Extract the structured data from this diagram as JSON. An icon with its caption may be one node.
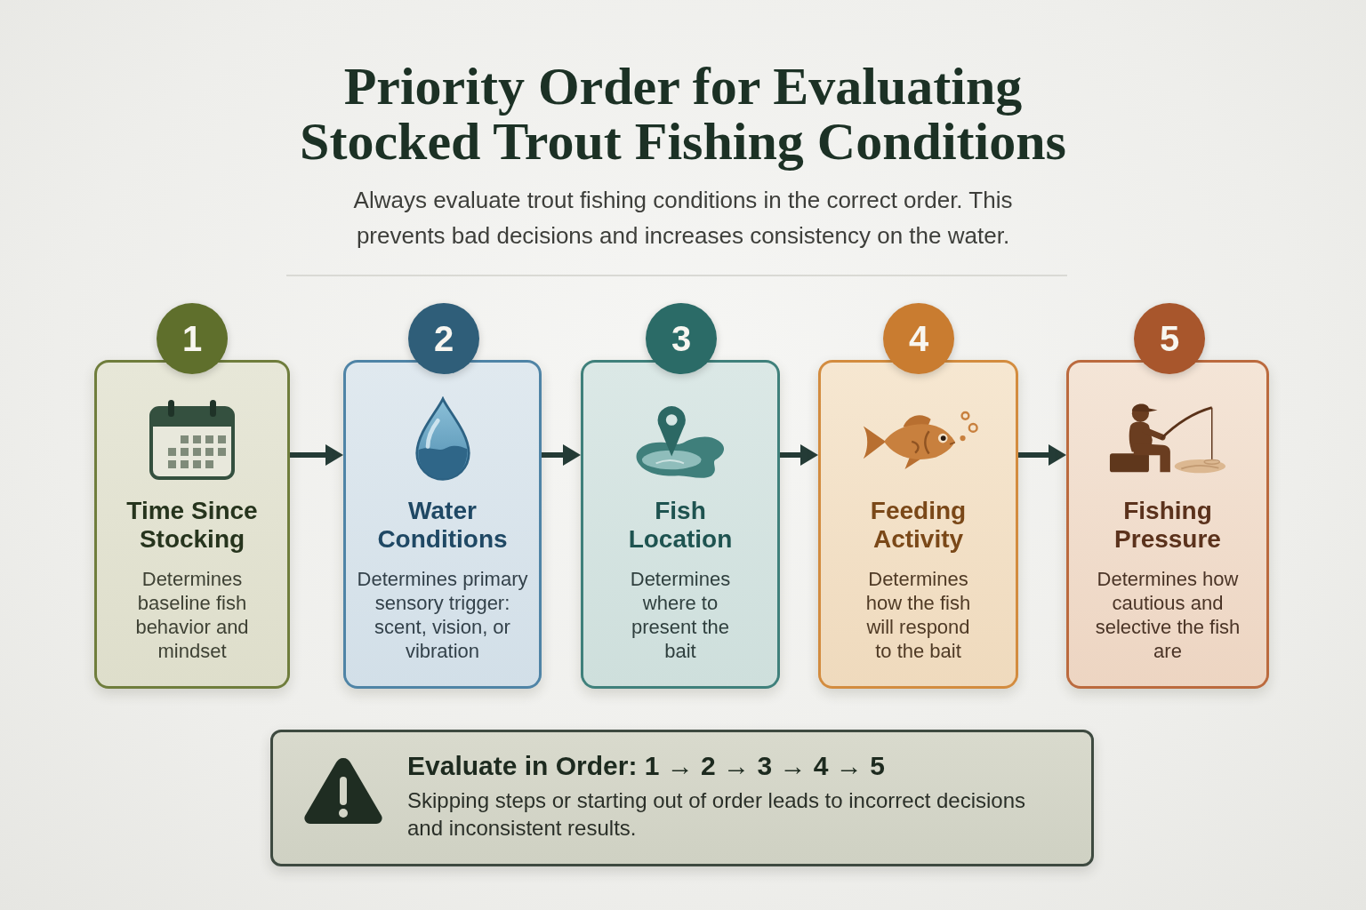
{
  "diagram": {
    "title": "Priority Order for Evaluating Stocked Trout Fishing Conditions",
    "nodes": [
      {
        "text": [
          "1"
        ]
      },
      {
        "text": [
          "Time Since Stocking",
          "Determines baseline fish behavior and mindset"
        ]
      },
      {
        "text": [
          "2"
        ]
      },
      {
        "text": [
          "Water Conditions",
          "Determines primary sensory trigger: scent, vision, or vibration"
        ]
      },
      {
        "text": [
          "3"
        ]
      },
      {
        "text": [
          "Fish Location",
          "Determines where to present the bait"
        ]
      },
      {
        "text": [
          "4"
        ]
      },
      {
        "text": [
          "Feeding Activity",
          "Determines how the fish will respond to the bait"
        ]
      },
      {
        "text": [
          "5"
        ]
      },
      {
        "text": [
          "Fishing Pressure",
          "Determines how cautious and selective the fish are"
        ]
      },
      {
        "text": [
          "Evaluate in Order: 1 → 2 → 3 → 4 → 5",
          "Skipping steps or starting out of order leads to incorrect decisions and inconsistent results."
        ]
      }
    ],
    "edges": [
      {
        "from": 1,
        "to": 3,
        "arrow": "to"
      },
      {
        "from": 3,
        "to": 5,
        "arrow": "to"
      },
      {
        "from": 5,
        "to": 7,
        "arrow": "to"
      },
      {
        "from": 7,
        "to": 9,
        "arrow": "to"
      }
    ],
    "labels": [
      "Always evaluate trout fishing conditions in the correct order. This prevents bad decisions and increases consistency on the water."
    ]
  }
}
